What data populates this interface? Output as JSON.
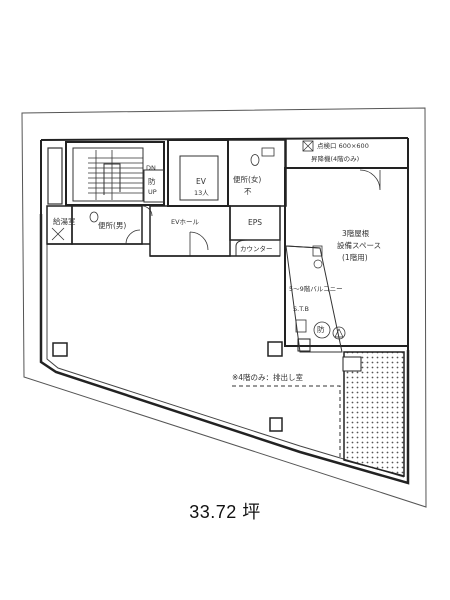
{
  "labels": {
    "ceiling_inspection": "点検口 600×600",
    "lift": "昇降機(4階のみ)",
    "toilet_female": "便所(女)",
    "toilet_male": "便所(男)",
    "ev": "EV",
    "ev_capacity": "13人",
    "ev_hall": "EVホール",
    "eps": "EPS",
    "counter": "カウンター",
    "equipment_space_1": "3階屋根",
    "equipment_space_2": "設備スペース",
    "equipment_space_3": "(1階用)",
    "balcony": "5～9階バルコニー",
    "pantry": "給湯室",
    "balcony_sub": "S.T.B",
    "dn": "DN",
    "up": "UP",
    "fire_symbol": "防",
    "fire_symbol_2": "防",
    "female_symbol": "不",
    "smoke_room": "※4階のみ：排出し室"
  },
  "area_text": "33.72 坪"
}
